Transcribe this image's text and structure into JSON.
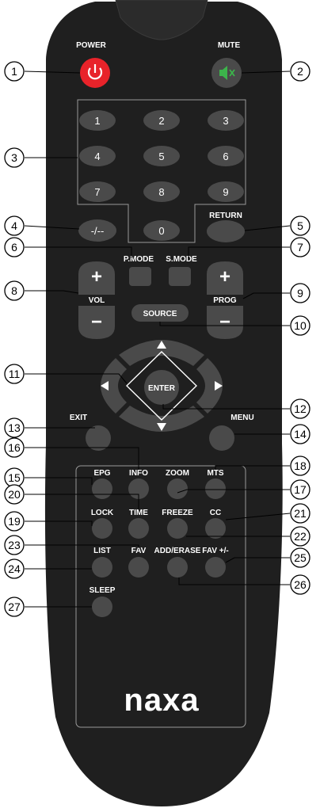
{
  "remote": {
    "power_label": "POWER",
    "mute_label": "MUTE",
    "digits": [
      "1",
      "2",
      "3",
      "4",
      "5",
      "6",
      "7",
      "8",
      "9"
    ],
    "zero": "0",
    "dash": "-/--",
    "return_label": "RETURN",
    "pmode_label": "P.MODE",
    "smode_label": "S.MODE",
    "vol_label": "VOL",
    "prog_label": "PROG",
    "plus_glyph": "+",
    "minus_glyph": "−",
    "source_label": "SOURCE",
    "enter_label": "ENTER",
    "exit_label": "EXIT",
    "menu_label": "MENU",
    "epg_label": "EPG",
    "info_label": "INFO",
    "zoom_label": "ZOOM",
    "mts_label": "MTS",
    "lock_label": "LOCK",
    "time_label": "TIME",
    "freeze_label": "FREEZE",
    "cc_label": "CC",
    "list_label": "LIST",
    "fav_label": "FAV",
    "adderase_label": "ADD/ERASE",
    "favpm_label": "FAV +/-",
    "sleep_label": "SLEEP",
    "brand": "naxa"
  },
  "callouts": [
    "1",
    "2",
    "3",
    "4",
    "5",
    "6",
    "7",
    "8",
    "9",
    "10",
    "11",
    "12",
    "13",
    "14",
    "15",
    "16",
    "17",
    "18",
    "19",
    "20",
    "21",
    "22",
    "23",
    "24",
    "25",
    "26",
    "27"
  ],
  "colors": {
    "body": "#1f1f1f",
    "button": "#4a4a4a",
    "power": "#e8232a",
    "mute_icon": "#3cb44b"
  }
}
